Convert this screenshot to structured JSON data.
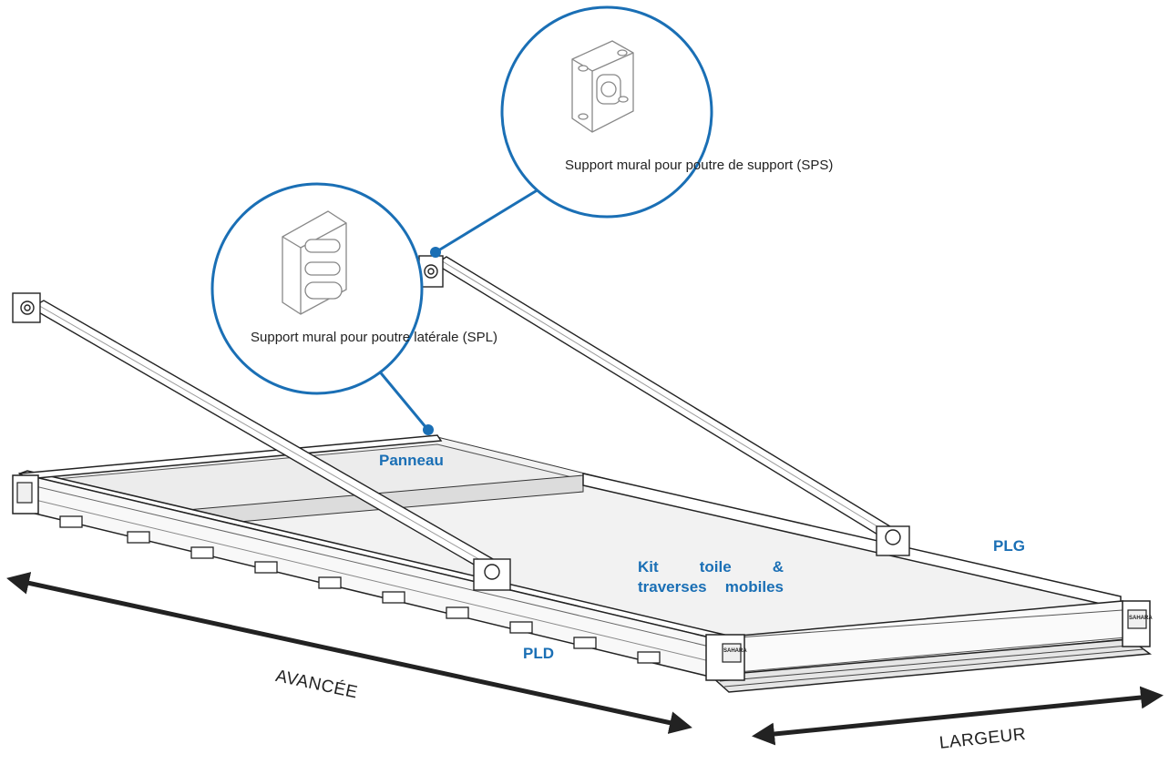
{
  "colors": {
    "accent": "#1a6fb5",
    "line": "#222222",
    "frame": "#f4f4f4"
  },
  "labels": {
    "panneau": "Panneau",
    "kit_words_line1": [
      "Kit",
      "toile",
      "&"
    ],
    "kit_words_line2": [
      "traverses",
      "mobiles"
    ],
    "plg": "PLG",
    "pld": "PLD",
    "avancee": "AVANCÉE",
    "largeur": "LARGEUR",
    "sps": "Support mural pour poutre de support (SPS)",
    "spl": "Support mural pour poutre latérale (SPL)",
    "brand": "SAHARA"
  }
}
